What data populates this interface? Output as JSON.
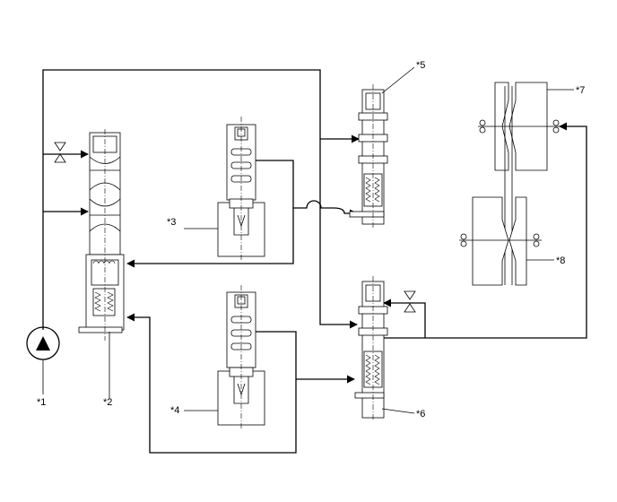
{
  "callouts": {
    "pump": "*1",
    "primary_regulator_valve": "*2",
    "solenoid_upper": "*3",
    "solenoid_lower": "*4",
    "control_valve_upper": "*5",
    "control_valve_lower": "*6",
    "pulley_upper": "*7",
    "pulley_lower": "*8"
  },
  "icons": [
    "pump-icon",
    "drain-icon",
    "solenoid-icon",
    "valve-icon",
    "pulley-icon"
  ]
}
